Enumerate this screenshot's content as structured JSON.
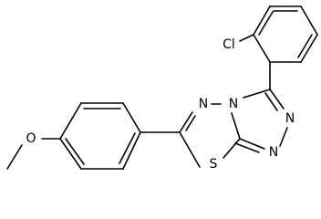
{
  "molecule": {
    "atoms": {
      "cl": "Cl",
      "n_ring_top": "N",
      "n_bridge": "N",
      "n_right_upper": "N",
      "n_right_lower": "N",
      "s_ring": "S",
      "o_methoxy": "O"
    }
  },
  "colors": {
    "bond": "#000000",
    "label": "#000000",
    "background": "#ffffff"
  }
}
